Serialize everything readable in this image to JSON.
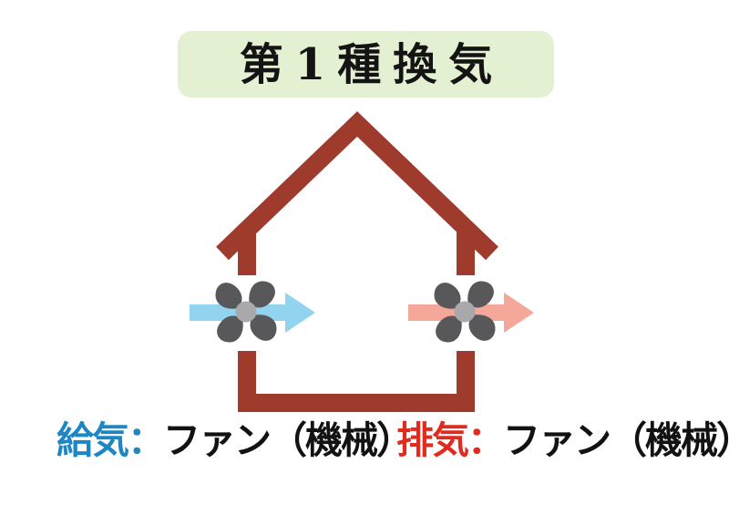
{
  "diagram_title": {
    "text": "第1種換気",
    "banner_color": "#e4f0d2",
    "text_color": "#141414"
  },
  "house": {
    "structure_color": "#9e3b2d"
  },
  "fans": {
    "icon": "fan-icon",
    "blade_color": "#58585a",
    "hub_color": "#a9a9ab"
  },
  "supply": {
    "arrow_icon": "right-arrow-icon",
    "arrow_color": "#92d4f0",
    "label_term": "給気：",
    "label_desc": "ファン（機械）",
    "term_color": "#1e86c3",
    "desc_color": "#121212"
  },
  "exhaust": {
    "arrow_icon": "right-arrow-icon",
    "arrow_color": "#f5a79a",
    "label_term": "排気：",
    "label_desc": "ファン（機械）",
    "term_color": "#e02b1f",
    "desc_color": "#121212"
  }
}
